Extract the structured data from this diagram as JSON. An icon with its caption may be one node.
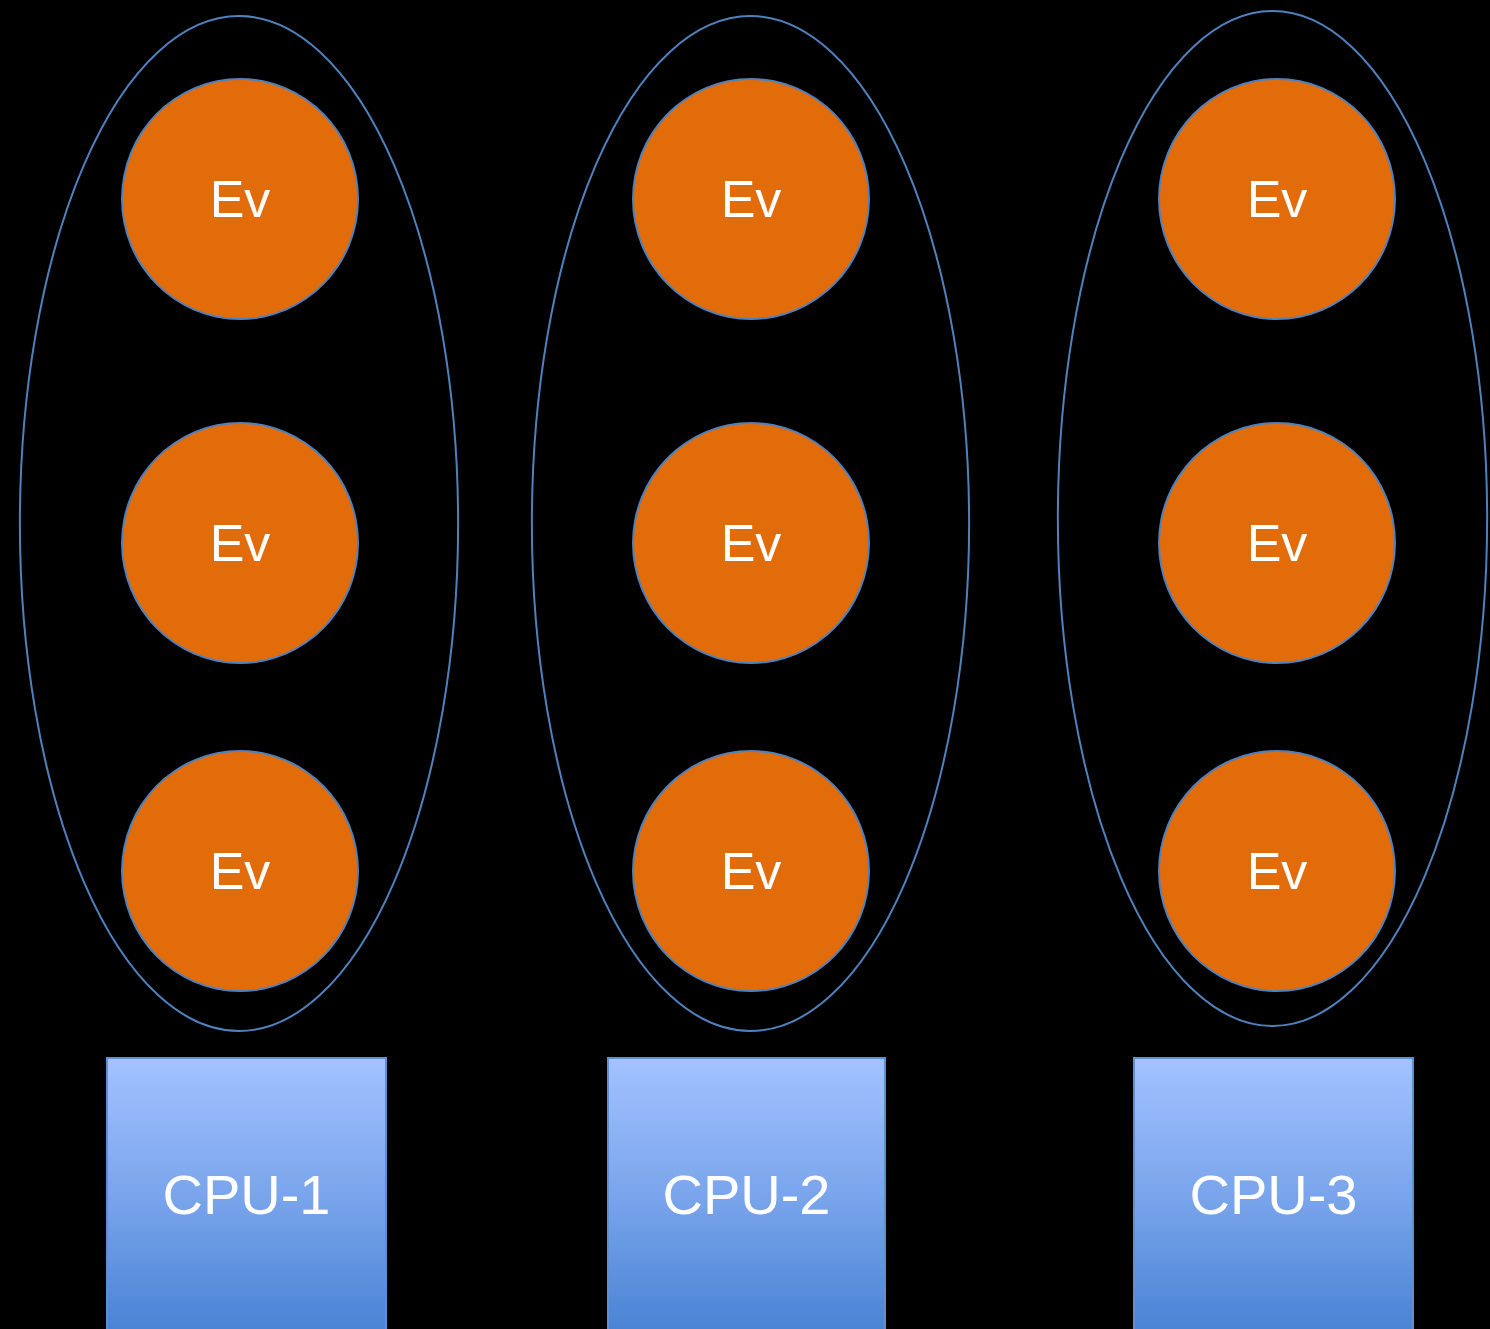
{
  "diagram": {
    "nodes": [
      {
        "text": [],
        "shape": "ellipse"
      },
      {
        "text": [
          "Ev"
        ],
        "in": 0
      },
      {
        "text": [
          "Ev"
        ],
        "in": 0
      },
      {
        "text": [
          "Ev"
        ],
        "in": 0
      },
      {
        "text": [],
        "shape": "ellipse"
      },
      {
        "text": [
          "Ev"
        ],
        "in": 4
      },
      {
        "text": [
          "Ev"
        ],
        "in": 4
      },
      {
        "text": [
          "Ev"
        ],
        "in": 4
      },
      {
        "text": [],
        "shape": "ellipse"
      },
      {
        "text": [
          "Ev"
        ],
        "in": 8
      },
      {
        "text": [
          "Ev"
        ],
        "in": 8
      },
      {
        "text": [
          "Ev"
        ],
        "in": 8
      },
      {
        "text": [
          "CPU-1"
        ]
      },
      {
        "text": [
          "CPU-2"
        ]
      },
      {
        "text": [
          "CPU-3"
        ]
      }
    ]
  }
}
